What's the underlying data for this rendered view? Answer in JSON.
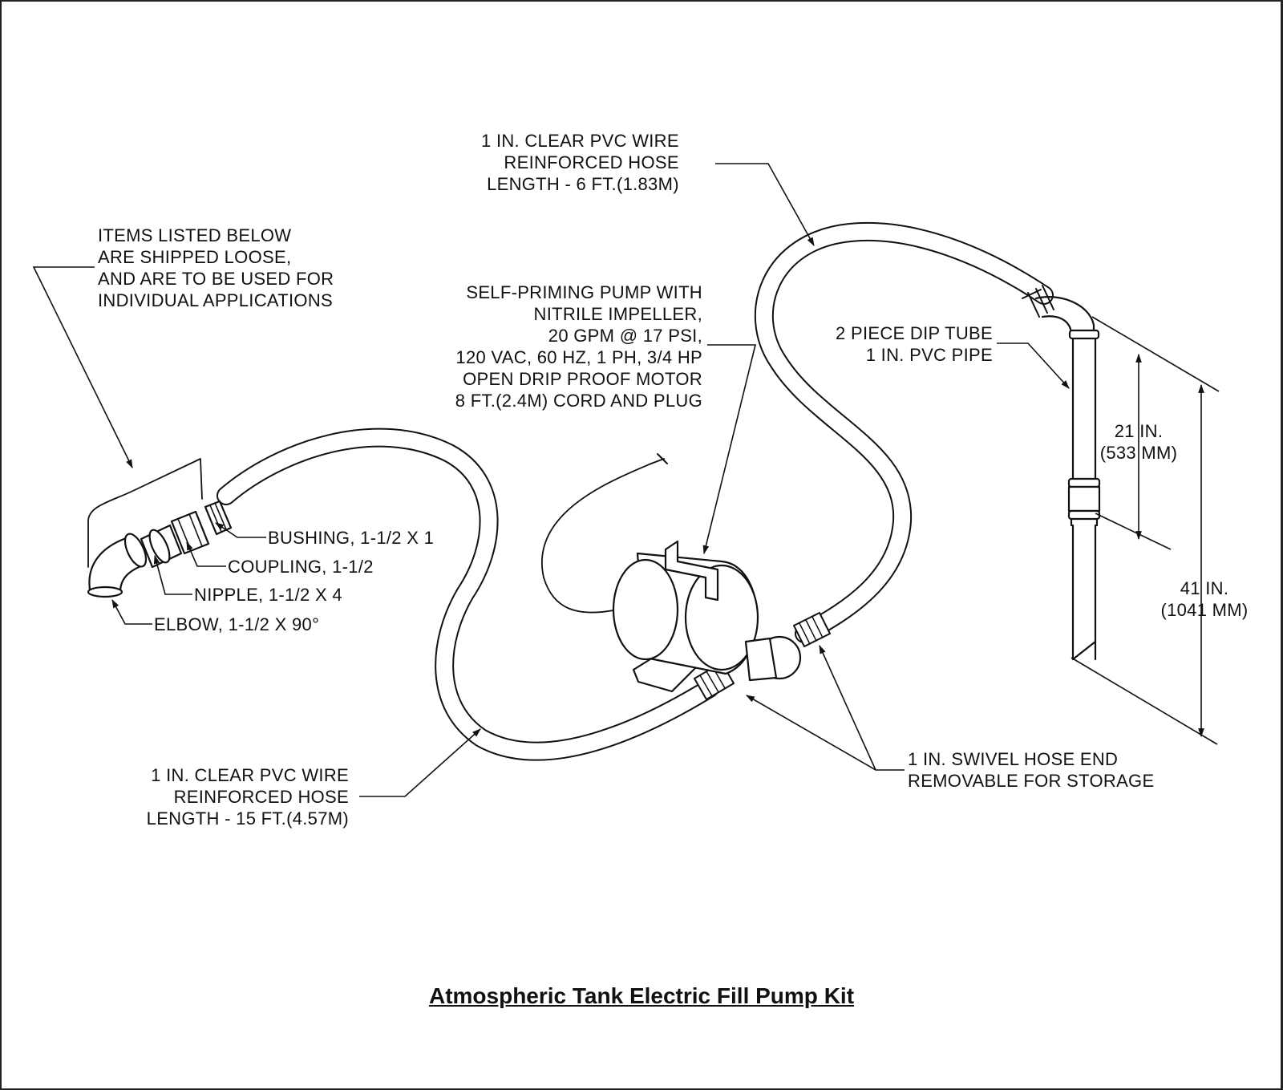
{
  "title": "Atmospheric Tank Electric Fill Pump Kit",
  "labels": {
    "hose_6ft": [
      "1 IN. CLEAR PVC WIRE",
      "REINFORCED HOSE",
      "LENGTH - 6 FT.(1.83M)"
    ],
    "shipped_loose": [
      "ITEMS LISTED BELOW",
      "ARE SHIPPED LOOSE,",
      "AND ARE TO BE USED FOR",
      "INDIVIDUAL APPLICATIONS"
    ],
    "pump": [
      "SELF-PRIMING PUMP WITH",
      "NITRILE IMPELLER,",
      "20 GPM @ 17 PSI,",
      "120 VAC, 60 HZ, 1 PH, 3/4 HP",
      "OPEN DRIP PROOF MOTOR",
      "8 FT.(2.4M) CORD AND PLUG"
    ],
    "dip_tube": [
      "2 PIECE DIP TUBE",
      "1 IN. PVC PIPE"
    ],
    "bushing": "BUSHING, 1-1/2 X 1",
    "coupling": "COUPLING, 1-1/2",
    "nipple": "NIPPLE, 1-1/2 X 4",
    "elbow": "ELBOW, 1-1/2 X 90°",
    "dim_21": [
      "21 IN.",
      "(533 MM)"
    ],
    "dim_41": [
      "41 IN.",
      "(1041 MM)"
    ],
    "swivel": [
      "1 IN. SWIVEL HOSE END",
      "REMOVABLE FOR STORAGE"
    ],
    "hose_15ft": [
      "1 IN. CLEAR PVC WIRE",
      "REINFORCED HOSE",
      "LENGTH - 15 FT.(4.57M)"
    ]
  }
}
